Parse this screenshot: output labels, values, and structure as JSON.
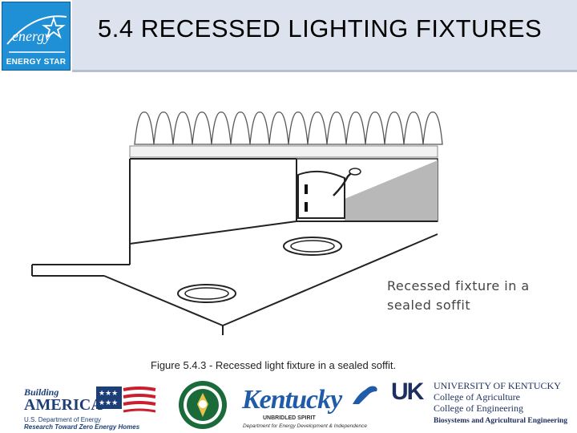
{
  "header": {
    "logo_text": "ENERGY STAR",
    "logo_script": "energy",
    "title": "5.4  RECESSED LIGHTING FIXTURES"
  },
  "figure": {
    "label_line1": "Recessed fixture in a",
    "label_line2": "sealed soffit",
    "caption": "Figure 5.4.3 - Recessed light fixture in a sealed soffit."
  },
  "footer": {
    "building_america": {
      "word1": "Building",
      "word2": "AMERICA",
      "line1": "U.S. Department of Energy",
      "line2": "Research Toward Zero Energy Homes"
    },
    "kentucky": {
      "word": "Kentucky",
      "tagline": "UNBRIDLED SPIRIT",
      "dept": "Department for Energy Development & Independence"
    },
    "uk": {
      "mark": "UK",
      "line1": "UNIVERSITY OF KENTUCKY",
      "line2": "College of Agriculture",
      "line3": "College of Engineering",
      "line4": "Biosystems and Agricultural Engineering"
    }
  },
  "colors": {
    "title_bar": "#dde3ee",
    "energy_star_blue": "#1f8fd6",
    "doe_green": "#1b6b3a",
    "kentucky_blue": "#1f5ba8",
    "uk_navy": "#1d2f5e"
  }
}
